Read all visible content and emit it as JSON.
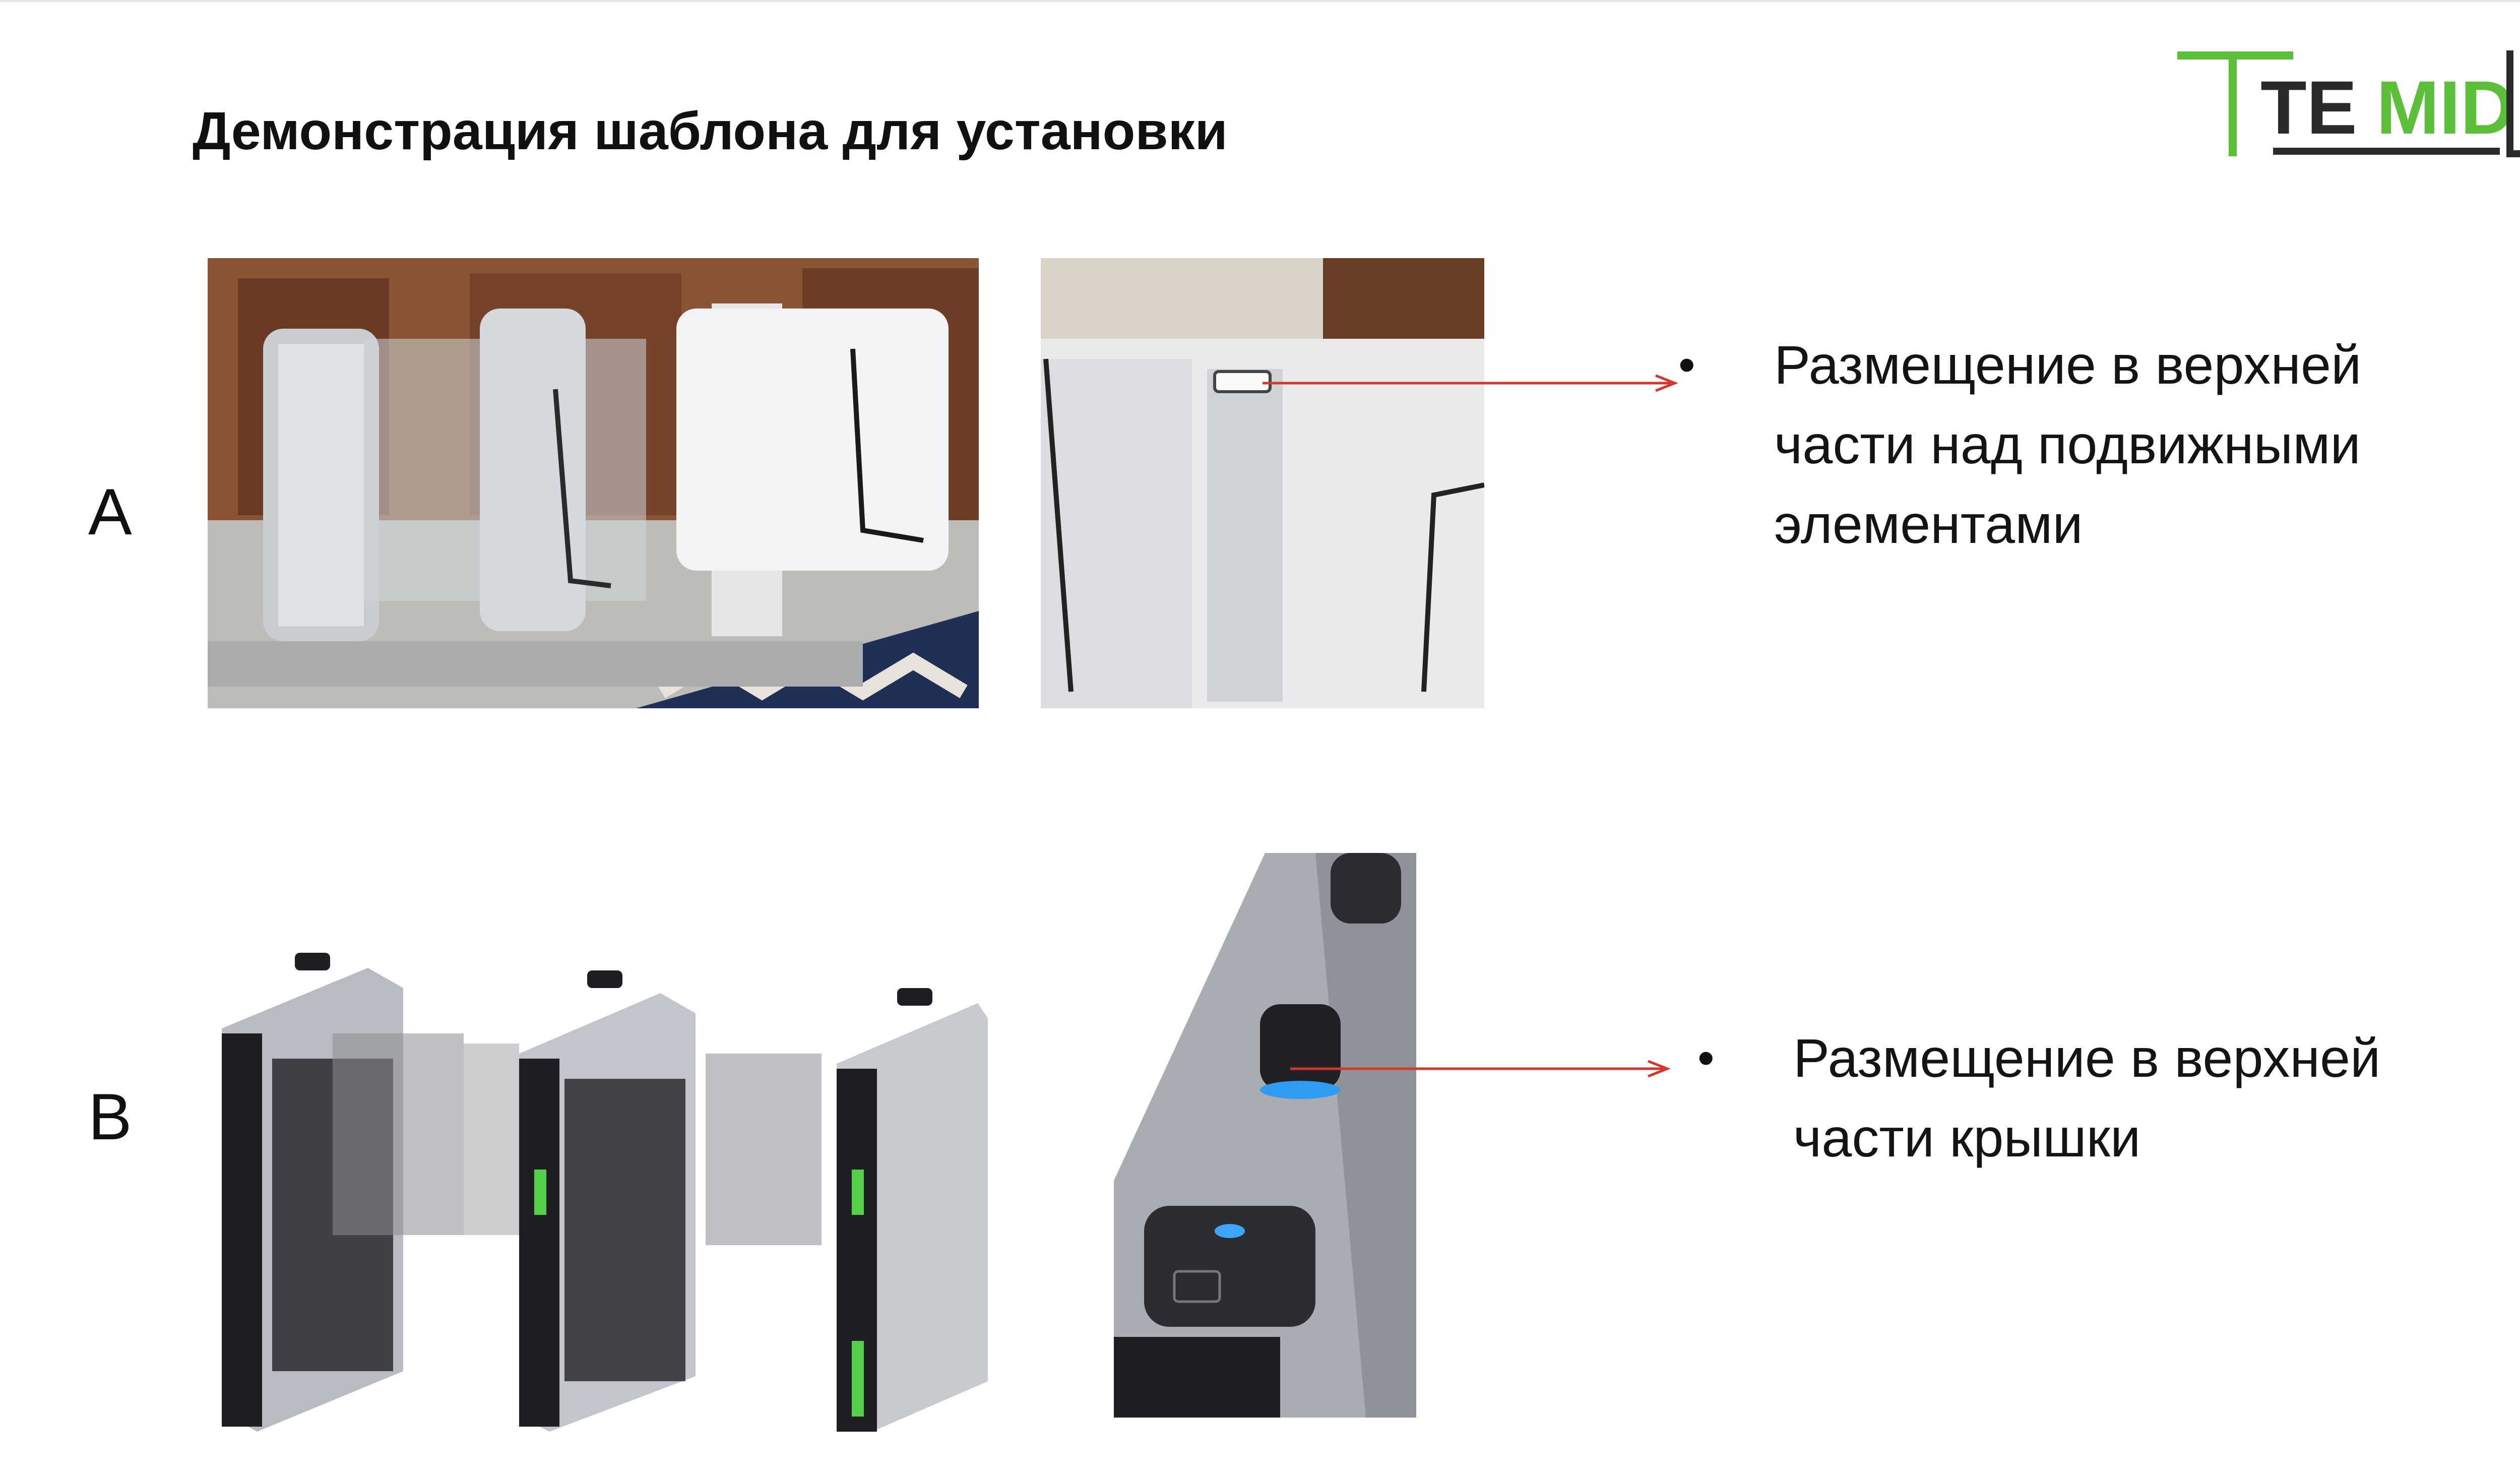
{
  "slide": {
    "title": "Демонстрация шаблона для установки",
    "logo_text": "TEMID",
    "colors": {
      "logo_green": "#5bbf3a",
      "logo_dark": "#2b2b2b",
      "arrow_red": "#d6352b"
    }
  },
  "rows": [
    {
      "label": "A",
      "bullet": "•",
      "text": "Размещение в верхней\nчасти над подвижными\nэлементами",
      "photos": [
        "turnstile-photo-icon",
        "turnstile-closeup-icon"
      ]
    },
    {
      "label": "B",
      "bullet": "•",
      "text": "Размещение в верхней\nчасти крышки",
      "photos": [
        "turnstile-render-icon",
        "camera-closeup-icon"
      ]
    }
  ]
}
